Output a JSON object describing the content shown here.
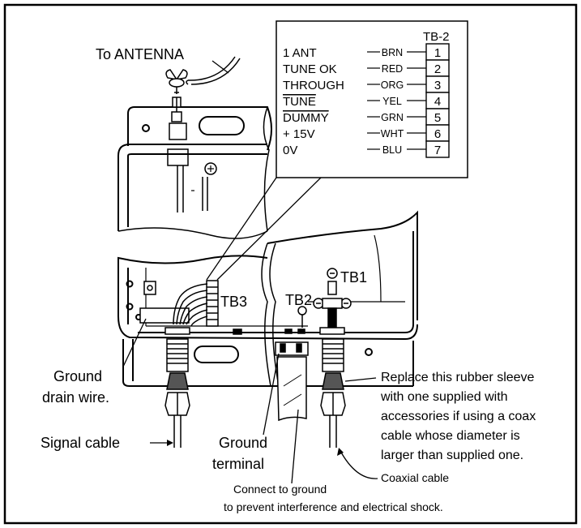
{
  "diagram": {
    "antenna_label": "To ANTENNA",
    "terminal_block": {
      "title": "TB-2",
      "rows": [
        {
          "signal": "1 ANT",
          "overline": false,
          "color": "BRN",
          "pin": "1"
        },
        {
          "signal": "TUNE OK",
          "overline": false,
          "color": "RED",
          "pin": "2"
        },
        {
          "signal": "THROUGH",
          "overline": false,
          "color": "ORG",
          "pin": "3"
        },
        {
          "signal": "TUNE",
          "overline": true,
          "color": "YEL",
          "pin": "4"
        },
        {
          "signal": "DUMMY",
          "overline": true,
          "color": "GRN",
          "pin": "5"
        },
        {
          "signal": "+ 15V",
          "overline": false,
          "color": "WHT",
          "pin": "6"
        },
        {
          "signal": "0V",
          "overline": false,
          "color": "BLU",
          "pin": "7"
        }
      ]
    },
    "tb1_label": "TB1",
    "tb2_label": "TB2",
    "tb3_label": "TB3",
    "ground_drain_line1": "Ground",
    "ground_drain_line2": "drain wire.",
    "signal_cable_label": "Signal cable",
    "ground_terminal_line1": "Ground",
    "ground_terminal_line2": "terminal",
    "sleeve_note_lines": [
      "Replace this rubber sleeve",
      "with one supplied with",
      "accessories if using a coax",
      "cable whose diameter is",
      "larger than supplied one."
    ],
    "coaxial_label": "Coaxial cable",
    "ground_note_line1": "Connect to ground",
    "ground_note_line2": "to prevent interference and electrical shock."
  }
}
